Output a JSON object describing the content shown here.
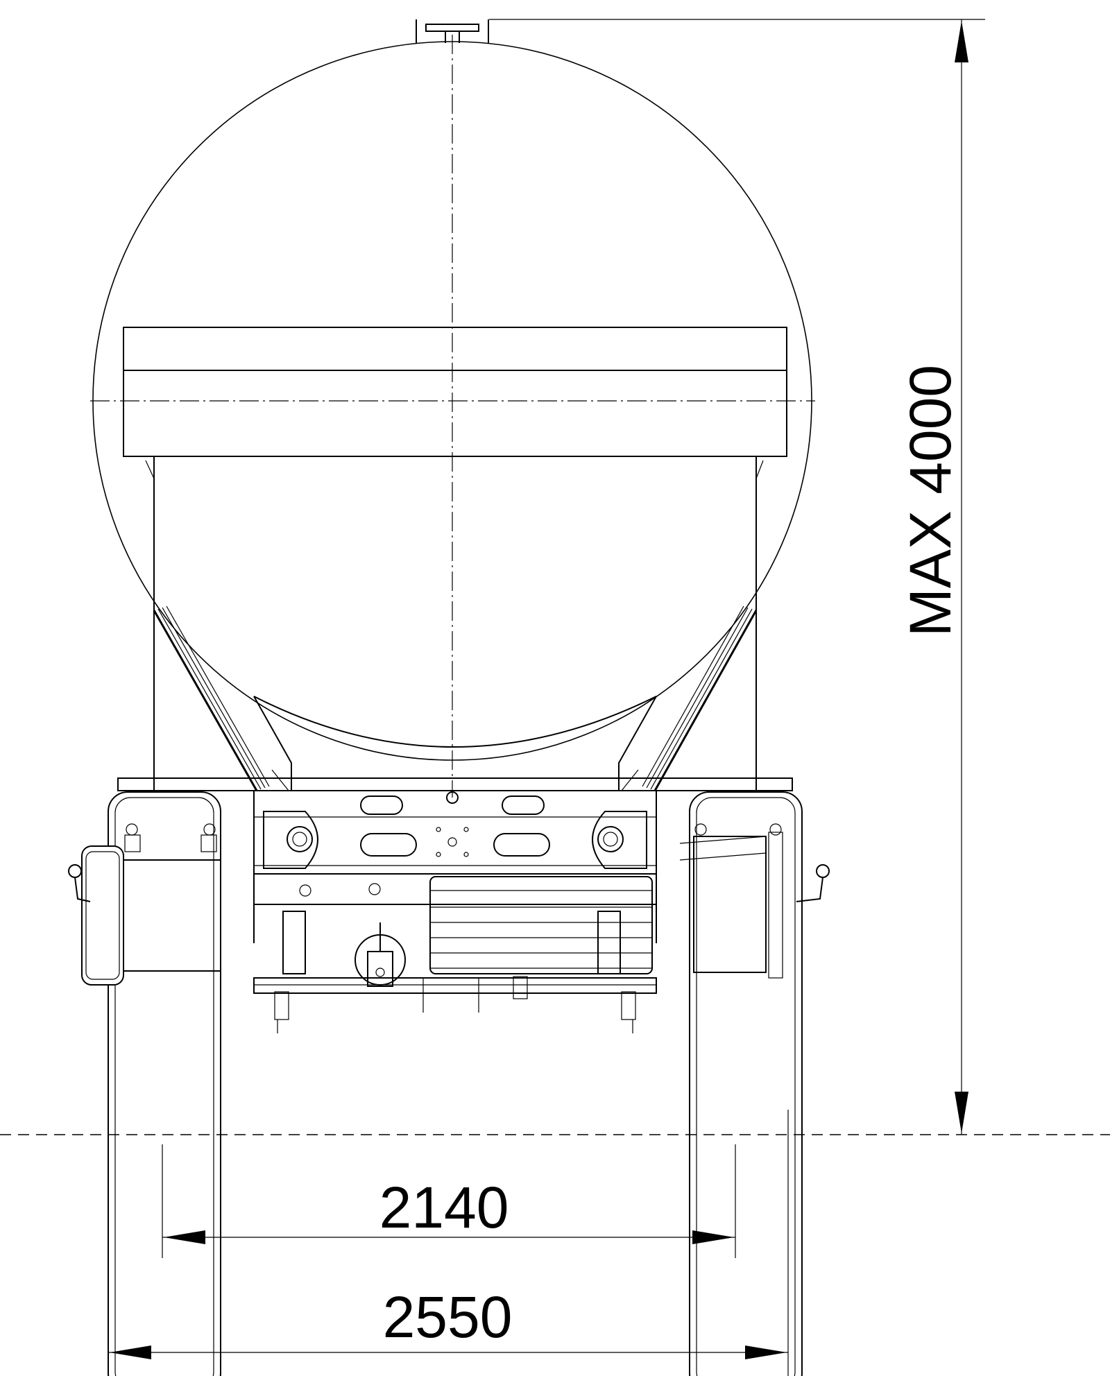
{
  "dimensions": {
    "height_label": "MAX 4000",
    "track_width": "2140",
    "overall_width": "2550"
  },
  "colors": {
    "line": "#000000",
    "background": "#ffffff"
  }
}
